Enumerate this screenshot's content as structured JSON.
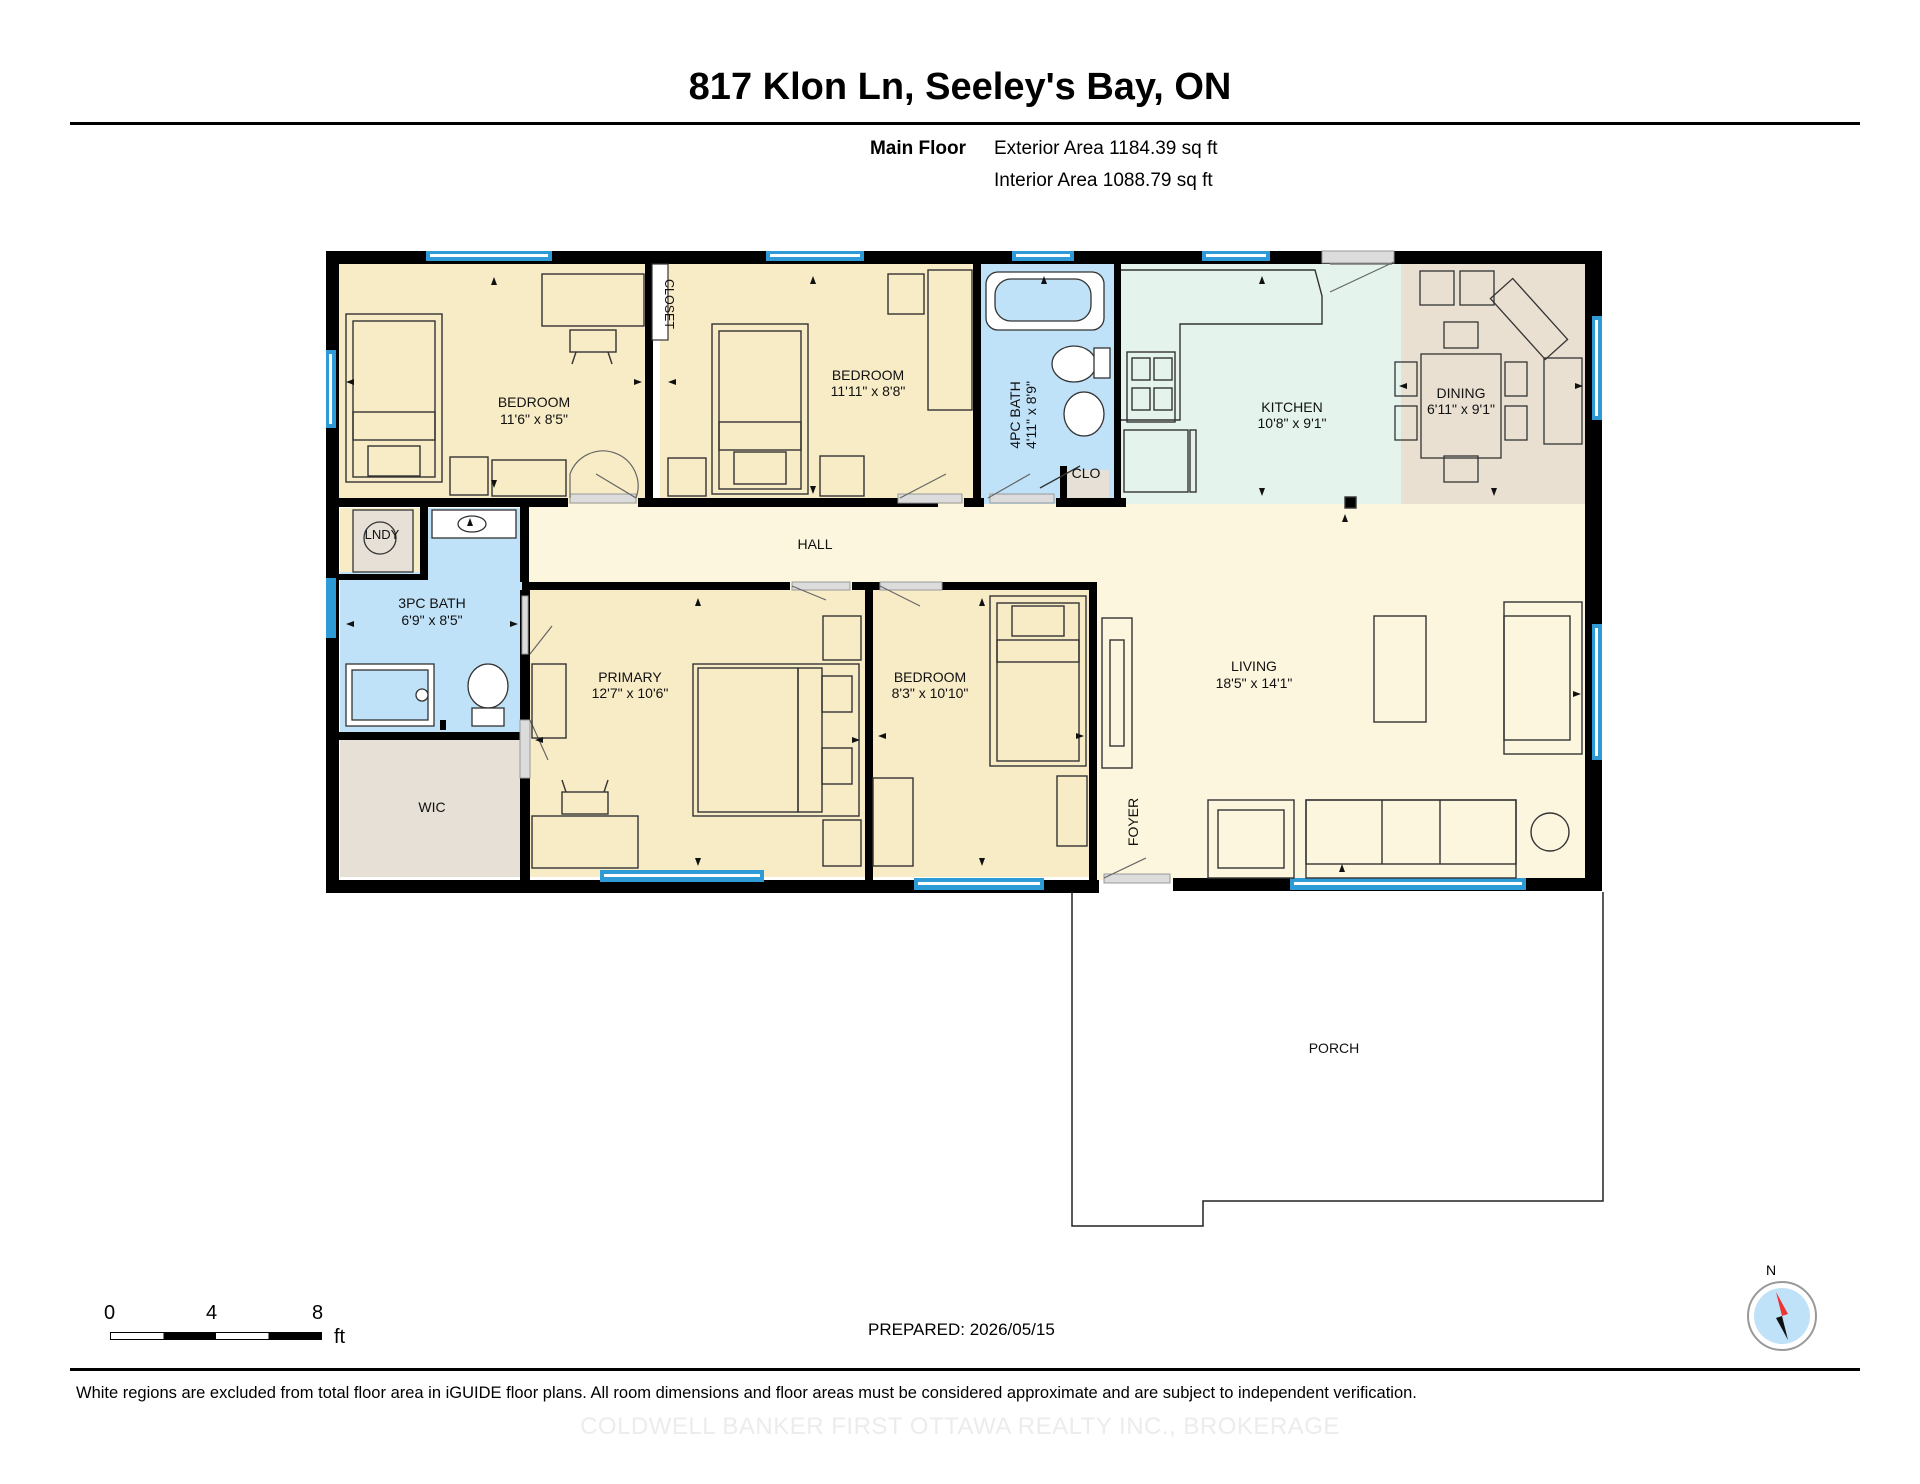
{
  "title": "817 Klon Ln, Seeley's Bay, ON",
  "floor": {
    "label": "Main Floor",
    "exterior_area": "Exterior Area 1184.39 sq ft",
    "interior_area": "Interior Area 1088.79 sq ft"
  },
  "rooms": {
    "bedroom1": {
      "name": "BEDROOM",
      "dims": "11'6\" x 8'5\""
    },
    "closet": {
      "name": "CLOSET"
    },
    "bedroom2": {
      "name": "BEDROOM",
      "dims": "11'11\" x 8'8\""
    },
    "bath4": {
      "name": "4PC BATH",
      "dims": "4'11\" x 8'9\""
    },
    "clo": {
      "name": "CLO"
    },
    "kitchen": {
      "name": "KITCHEN",
      "dims": "10'8\" x 9'1\""
    },
    "dining": {
      "name": "DINING",
      "dims": "6'11\" x 9'1\""
    },
    "lndy": {
      "name": "LNDY"
    },
    "hall": {
      "name": "HALL"
    },
    "bath3": {
      "name": "3PC BATH",
      "dims": "6'9\" x 8'5\""
    },
    "primary": {
      "name": "PRIMARY",
      "dims": "12'7\" x 10'6\""
    },
    "bedroom3": {
      "name": "BEDROOM",
      "dims": "8'3\" x 10'10\""
    },
    "living": {
      "name": "LIVING",
      "dims": "18'5\" x 14'1\""
    },
    "wic": {
      "name": "WIC"
    },
    "foyer": {
      "name": "FOYER"
    },
    "porch": {
      "name": "PORCH"
    }
  },
  "scale": {
    "ticks": [
      "0",
      "4",
      "8"
    ],
    "unit": "ft"
  },
  "compass": {
    "label": "N",
    "icon": "north-arrow-icon"
  },
  "prepared": "PREPARED: 2026/05/15",
  "disclaimer": "White regions are excluded from total floor area in iGUIDE floor plans. All room dimensions and floor areas must be considered approximate and are subject to independent verification.",
  "brokerage": "COLDWELL BANKER FIRST OTTAWA REALTY INC., BROKERAGE",
  "colors": {
    "bedroom": "#f8ecc6",
    "bath": "#bfe2f8",
    "kitchen": "#e4f3ec",
    "dining": "#e9e0d2",
    "hall": "#fdf6df",
    "wic": "#e6e0d6",
    "wall": "#000000",
    "window": "#2e9ad6"
  }
}
